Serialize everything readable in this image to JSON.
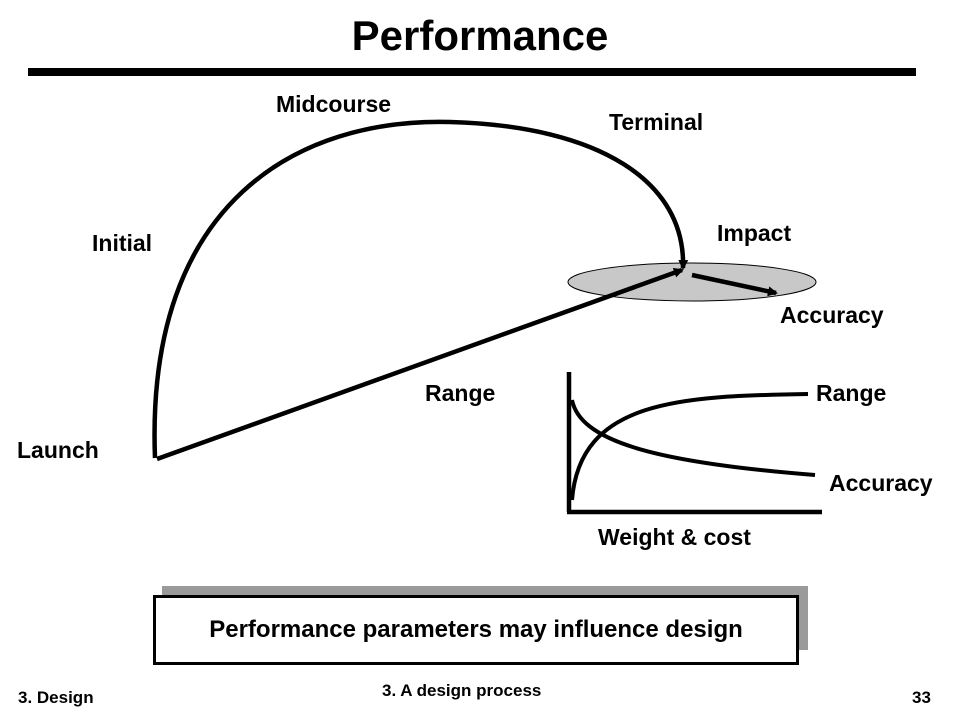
{
  "slide": {
    "title": "Performance",
    "labels": {
      "midcourse": "Midcourse",
      "terminal": "Terminal",
      "initial": "Initial",
      "impact": "Impact",
      "accuracy_arrow": "Accuracy",
      "range_arrow": "Range",
      "launch": "Launch"
    },
    "inset_chart": {
      "range_label": "Range",
      "accuracy_label": "Accuracy",
      "xlabel": "Weight & cost"
    },
    "callout": "Performance parameters may influence design",
    "footer": {
      "left": "3. Design",
      "center": "3. A design process",
      "page": "33"
    },
    "colors": {
      "ellipse_fill": "#c8c8c8",
      "callout_shadow": "#9a9a9a"
    }
  }
}
